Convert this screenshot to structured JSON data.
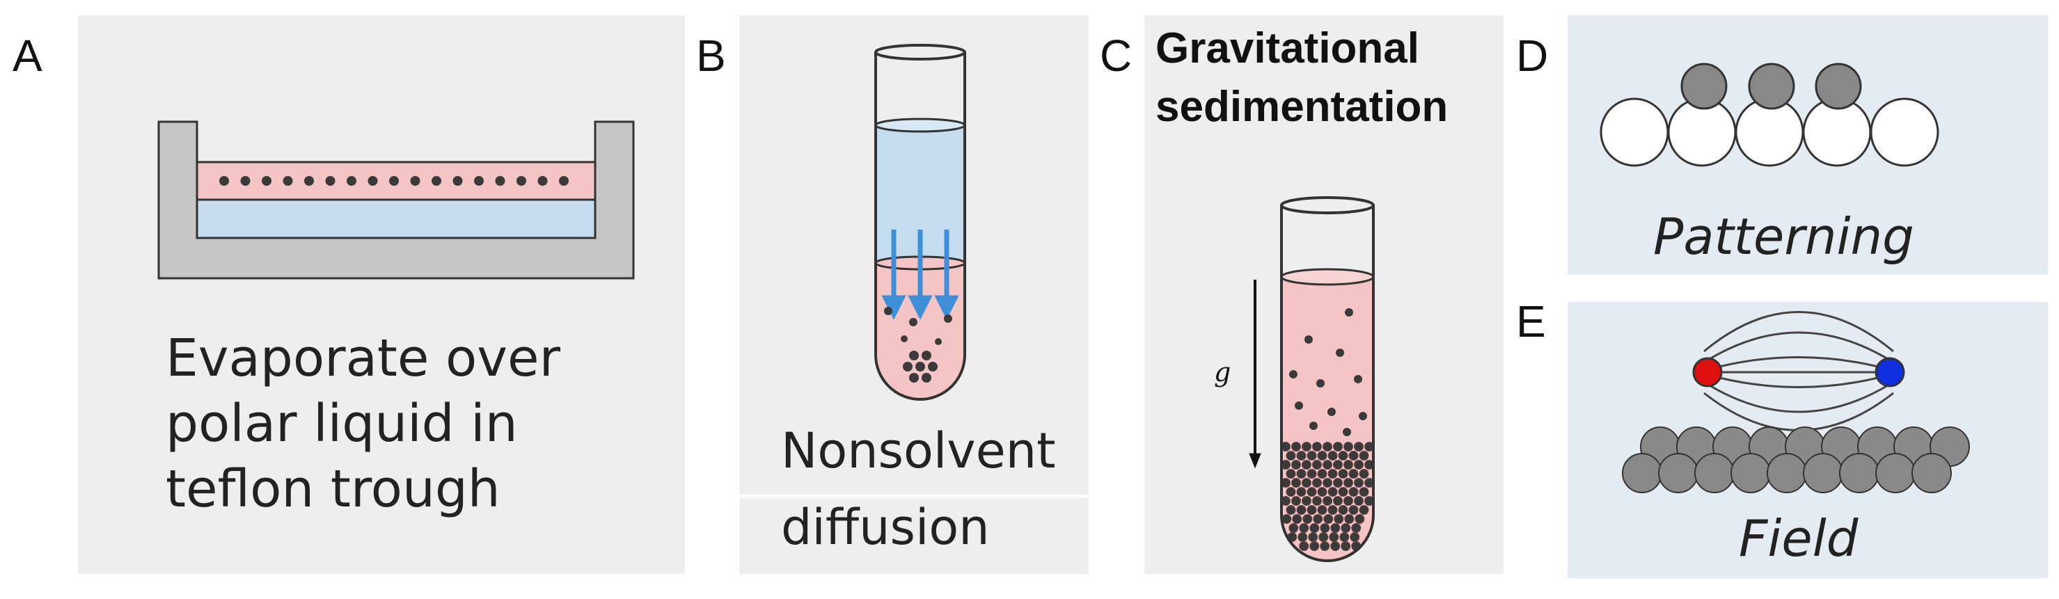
{
  "panels": {
    "A": {
      "letter": "A",
      "caption_lines": [
        "Evaporate over",
        "polar liquid in",
        "teflon trough"
      ]
    },
    "B": {
      "letter": "B",
      "caption_lines": [
        "Nonsolvent",
        "diffusion"
      ]
    },
    "C": {
      "letter": "C",
      "caption_lines": [
        "Gravitational",
        "sedimentation"
      ],
      "arrow_label": "g"
    },
    "D": {
      "letter": "D",
      "caption": "Patterning"
    },
    "E": {
      "letter": "E",
      "caption": "Field"
    }
  },
  "colors": {
    "panel_gray": "#eeeeef",
    "panel_blue": "#e4ebf2",
    "trough": "#c6c6c6",
    "nanoparticle_layer": "#f5c5c5",
    "polar_liquid": "#c5dcef",
    "arrow_blue": "#3f8fd8",
    "particle_dark": "#3a3a3a",
    "sphere_gray": "#888888",
    "pole_red": "#e01010",
    "pole_blue": "#1030e0"
  }
}
